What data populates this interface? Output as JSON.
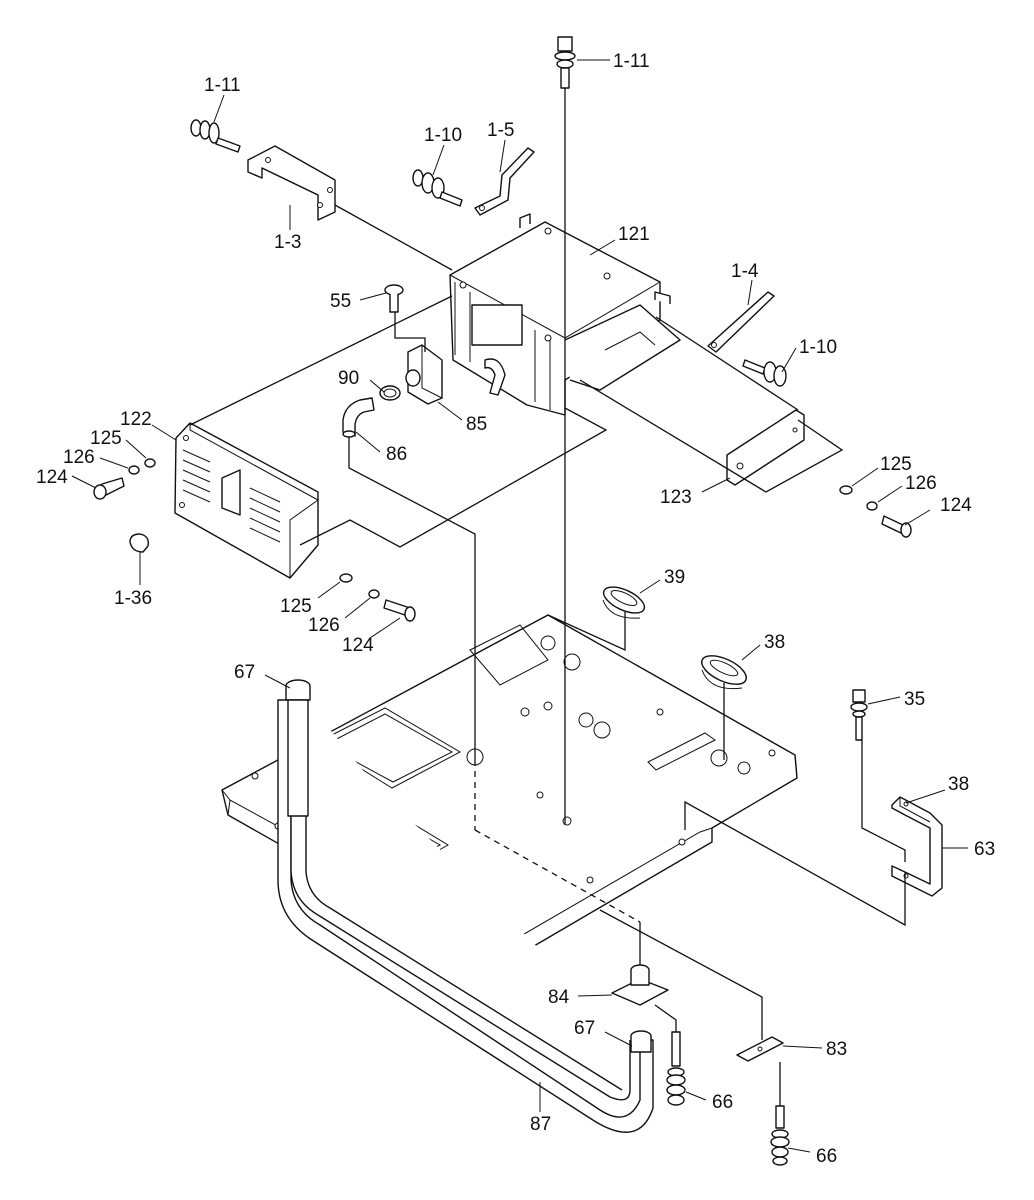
{
  "callouts": [
    {
      "id": "c1",
      "text": "1-11"
    },
    {
      "id": "c2",
      "text": "1-11"
    },
    {
      "id": "c3",
      "text": "1-10"
    },
    {
      "id": "c4",
      "text": "1-5"
    },
    {
      "id": "c5",
      "text": "121"
    },
    {
      "id": "c6",
      "text": "1-3"
    },
    {
      "id": "c7",
      "text": "1-4"
    },
    {
      "id": "c8",
      "text": "1-10"
    },
    {
      "id": "c9",
      "text": "55"
    },
    {
      "id": "c10",
      "text": "90"
    },
    {
      "id": "c11",
      "text": "85"
    },
    {
      "id": "c12",
      "text": "86"
    },
    {
      "id": "c13",
      "text": "122"
    },
    {
      "id": "c14",
      "text": "125"
    },
    {
      "id": "c15",
      "text": "126"
    },
    {
      "id": "c16",
      "text": "124"
    },
    {
      "id": "c17",
      "text": "1-36"
    },
    {
      "id": "c18",
      "text": "125"
    },
    {
      "id": "c19",
      "text": "126"
    },
    {
      "id": "c20",
      "text": "124"
    },
    {
      "id": "c21",
      "text": "123"
    },
    {
      "id": "c22",
      "text": "125"
    },
    {
      "id": "c23",
      "text": "126"
    },
    {
      "id": "c24",
      "text": "124"
    },
    {
      "id": "c25",
      "text": "39"
    },
    {
      "id": "c26",
      "text": "38"
    },
    {
      "id": "c27",
      "text": "67"
    },
    {
      "id": "c28",
      "text": "35"
    },
    {
      "id": "c29",
      "text": "38"
    },
    {
      "id": "c30",
      "text": "63"
    },
    {
      "id": "c31",
      "text": "84"
    },
    {
      "id": "c32",
      "text": "67"
    },
    {
      "id": "c33",
      "text": "83"
    },
    {
      "id": "c34",
      "text": "66"
    },
    {
      "id": "c35",
      "text": "87"
    },
    {
      "id": "c36",
      "text": "66"
    }
  ]
}
